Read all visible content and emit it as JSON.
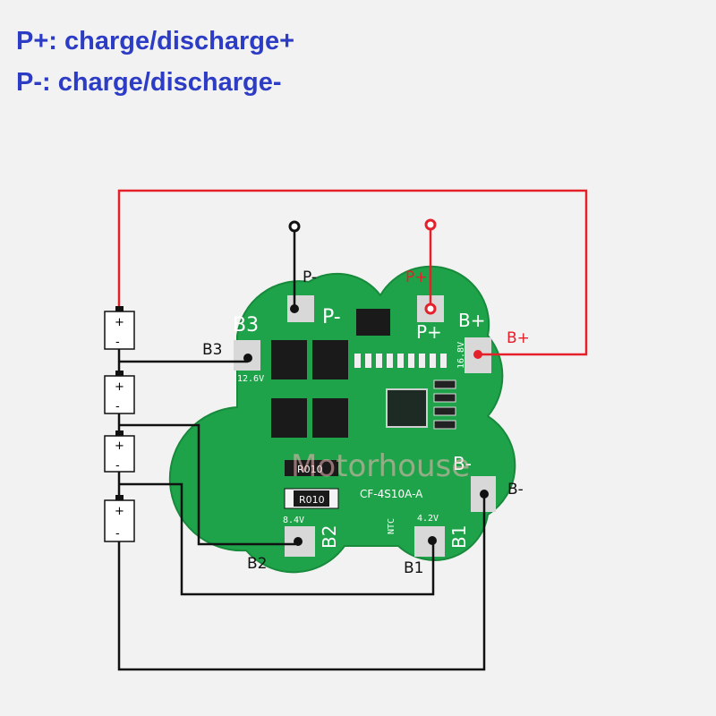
{
  "header": {
    "line1": "P+: charge/discharge+",
    "line2": "P-: charge/discharge-"
  },
  "colors": {
    "background": "#f2f2f2",
    "header_text": "#2c3cc4",
    "pcb_green": "#1fa34a",
    "wire_red": "#e4202a",
    "wire_black": "#111111"
  },
  "terminals": {
    "p_minus": "P-",
    "p_plus": "P+",
    "b_plus": "B+",
    "b_minus": "B-",
    "b1": "B1",
    "b2": "B2",
    "b3": "B3"
  },
  "board": {
    "silk_b3": "B3",
    "silk_p_minus": "P-",
    "silk_p_plus": "P+",
    "silk_b_plus": "B+",
    "silk_b_minus": "B-",
    "silk_b2": "B2",
    "silk_b1": "B1",
    "v_b3": "12.6V",
    "v_b_plus": "16.8V",
    "v_b2": "8.4V",
    "v_b1": "4.2V",
    "resistor": "R010",
    "resistor_top": "R010",
    "model": "CF-4S10A-A",
    "ntc": "NTC",
    "watermark": "Motorhouse"
  },
  "cells": {
    "plus": "+",
    "minus": "-"
  }
}
